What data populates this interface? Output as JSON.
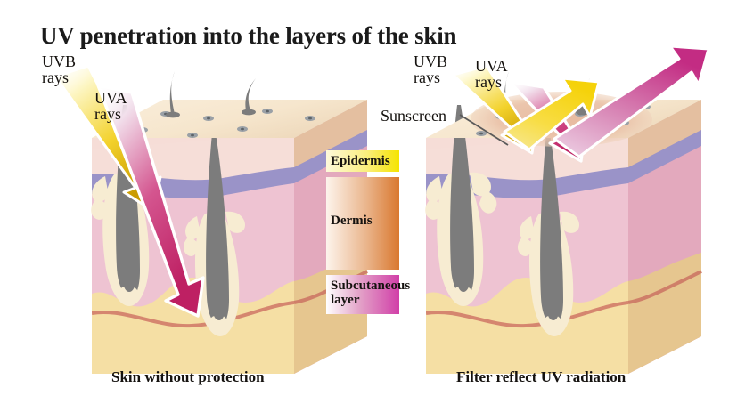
{
  "title": "UV penetration into the layers of the skin",
  "legend": {
    "items": [
      {
        "label": "Epidermis",
        "color_from": "#fdf6cf",
        "color_to": "#f5e400"
      },
      {
        "label": "Dermis",
        "color_from": "#fbf0e6",
        "color_to": "#d9782f"
      },
      {
        "label": "Subcutaneous layer",
        "color_from": "#ffffff",
        "color_to": "#d13fa8"
      }
    ]
  },
  "panels": [
    {
      "id": "left",
      "caption": "Skin without protection",
      "labels": [
        {
          "name": "uvb",
          "line1": "UVB",
          "line2": "rays"
        },
        {
          "name": "uva",
          "line1": "UVA",
          "line2": "rays"
        }
      ],
      "rays": [
        {
          "name": "uvb-ray",
          "type": "incoming",
          "color_from": "#fdf8d2",
          "color_to": "#d8a800",
          "depth": "epidermis"
        },
        {
          "name": "uva-ray",
          "type": "incoming",
          "color_from": "#f4e4ef",
          "color_to": "#c62a6e",
          "depth": "subcutaneous"
        }
      ]
    },
    {
      "id": "right",
      "caption": "Filter reflect UV radiation",
      "sunscreen_label": "Sunscreen",
      "labels": [
        {
          "name": "uvb",
          "line1": "UVB",
          "line2": "rays"
        },
        {
          "name": "uva",
          "line1": "UVA",
          "line2": "rays"
        }
      ],
      "rays": [
        {
          "name": "uvb-ray-in",
          "type": "incoming",
          "color_from": "#fdf8d2",
          "color_to": "#d8a800",
          "depth": "surface"
        },
        {
          "name": "uva-ray-in",
          "type": "incoming",
          "color_from": "#f4e4ef",
          "color_to": "#c62a6e",
          "depth": "surface"
        },
        {
          "name": "uvb-ray-out",
          "type": "reflected",
          "color_from": "#f7d54a",
          "color_to": "#f5d30a"
        },
        {
          "name": "uva-ray-out",
          "type": "reflected",
          "color_from": "#e8c6de",
          "color_to": "#c62a8a"
        }
      ]
    }
  ],
  "colors": {
    "skin_top": "#f7e9d2",
    "skin_top_shade": "#d7b393",
    "epidermis": "#f6ddd7",
    "epidermis_side": "#e4bfa0",
    "purple_band": "#9a93c8",
    "dermis": "#eec3d2",
    "dermis_side": "#e3a9bd",
    "subcut": "#f5dfa4",
    "subcut_side": "#e6c68f",
    "vessel": "#d5866f",
    "hair": "#7c7c7c",
    "follicle": "#f7ecd2",
    "sunscreen": "#e8c0a8",
    "background": "#ffffff"
  }
}
